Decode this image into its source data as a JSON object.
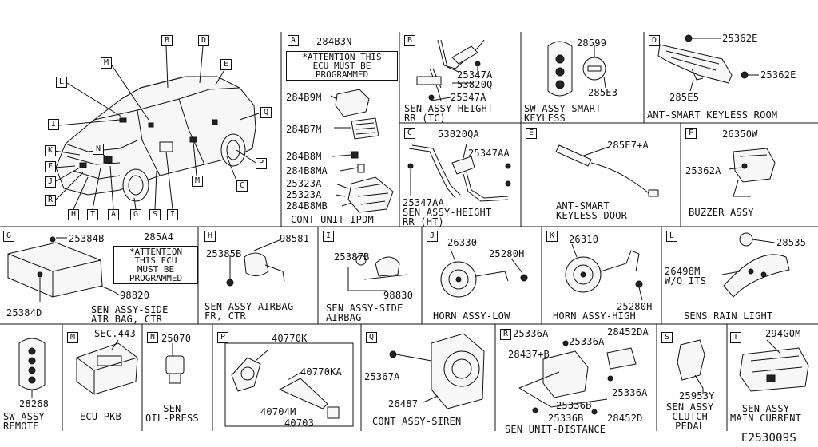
{
  "diagram_code": "E253009S",
  "vehicle_callouts": [
    "B",
    "D",
    "M",
    "E",
    "L",
    "Q",
    "I",
    "K",
    "N",
    "F",
    "J",
    "R",
    "H",
    "T",
    "A",
    "G",
    "S",
    "I",
    "M",
    "C",
    "P"
  ],
  "panels": {
    "A": {
      "letter": "A",
      "parts": [
        "284B3N",
        "284B9M",
        "284B7M",
        "284B8M",
        "284B8MA",
        "25323A",
        "25323A",
        "284B8MB"
      ],
      "attention": "*ATTENTION THIS\nECU MUST BE\nPROGRAMMED",
      "title": "CONT UNIT-IPDM"
    },
    "B": {
      "letter": "B",
      "parts": [
        "25347A",
        "53820Q",
        "25347A"
      ],
      "title": "SEN ASSY-HEIGHT\nRR (TC)"
    },
    "C": {
      "letter": "C",
      "parts": [
        "53820QA",
        "25347AA",
        "25347AA"
      ],
      "title": "SEN ASSY-HEIGHT\nRR (HT)"
    },
    "sw_smart": {
      "letter": "",
      "parts": [
        "28599",
        "285E3"
      ],
      "title": "SW ASSY SMART\nKEYLESS"
    },
    "D": {
      "letter": "D",
      "parts": [
        "25362E",
        "25362E",
        "285E5"
      ],
      "title": "ANT-SMART KEYLESS ROOM"
    },
    "E": {
      "letter": "E",
      "parts": [
        "285E7+A"
      ],
      "title": "ANT-SMART\nKEYLESS DOOR"
    },
    "F": {
      "letter": "F",
      "parts": [
        "26350W",
        "25362A"
      ],
      "title": "BUZZER ASSY"
    },
    "G": {
      "letter": "G",
      "parts": [
        "25384B",
        "285A4",
        "98820",
        "25384D"
      ],
      "attention": "*ATTENTION\nTHIS ECU\nMUST BE\nPROGRAMMED",
      "title": "SEN ASSY-SIDE\nAIR BAG, CTR"
    },
    "H": {
      "letter": "H",
      "parts": [
        "98581",
        "25385B"
      ],
      "title": "SEN ASSY AIRBAG\nFR, CTR"
    },
    "I": {
      "letter": "I",
      "parts": [
        "25387B",
        "98830"
      ],
      "title": "SEN ASSY-SIDE\nAIRBAG"
    },
    "J": {
      "letter": "J",
      "parts": [
        "26330",
        "25280H"
      ],
      "title": "HORN ASSY-LOW"
    },
    "K": {
      "letter": "K",
      "parts": [
        "26310",
        "25280H"
      ],
      "title": "HORN ASSY-HIGH"
    },
    "L": {
      "letter": "L",
      "parts": [
        "28535",
        "26498M",
        "W/O ITS"
      ],
      "title": "SENS RAIN LIGHT"
    },
    "sw_remote": {
      "letter": "",
      "parts": [
        "28268"
      ],
      "title": "SW ASSY\nREMOTE"
    },
    "M": {
      "letter": "M",
      "parts": [
        "SEC.443"
      ],
      "title": "ECU-PKB"
    },
    "N": {
      "letter": "N",
      "parts": [
        "25070"
      ],
      "title": "SEN\nOIL-PRESS"
    },
    "P": {
      "letter": "P",
      "parts": [
        "40770K",
        "40770KA",
        "40704M",
        "40703"
      ],
      "title": ""
    },
    "Q": {
      "letter": "Q",
      "parts": [
        "25367A",
        "26487"
      ],
      "title": "CONT ASSY-SIREN"
    },
    "R": {
      "letter": "R",
      "parts": [
        "25336A",
        "28437+B",
        "25336A",
        "28452DA",
        "25336A",
        "25336B",
        "25336B",
        "28452D"
      ],
      "title": "SEN UNIT-DISTANCE"
    },
    "S": {
      "letter": "S",
      "parts": [
        "25953Y"
      ],
      "title": "SEN ASSY\nCLUTCH\nPEDAL"
    },
    "T": {
      "letter": "T",
      "parts": [
        "294G0M"
      ],
      "title": "SEN ASSY\nMAIN CURRENT"
    }
  }
}
